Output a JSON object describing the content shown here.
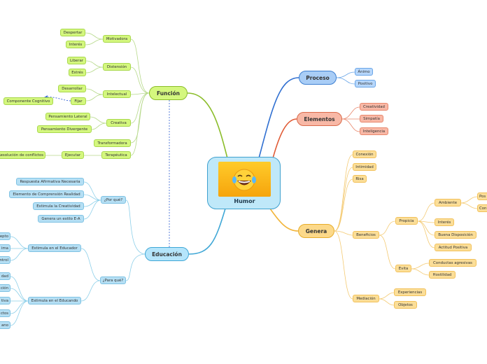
{
  "center": {
    "label": "Humor",
    "icon": "laughing-emoji-icon"
  },
  "branches": {
    "funcion": {
      "label": "Función",
      "motivadora": {
        "label": "Motivadora",
        "items": [
          "Despertar",
          "Interés"
        ]
      },
      "distension": {
        "label": "Distensión",
        "items": [
          "Liberar",
          "Estrés"
        ]
      },
      "intelectual": {
        "label": "Intelectual",
        "items": [
          "Desarrollar",
          "Fijar"
        ],
        "fijar_child": "Componente Cognitivo"
      },
      "creativa": {
        "label": "Creativa",
        "items": [
          "Pensamiento Lateral",
          "Pensamiento Divergente"
        ]
      },
      "transformadora": "Transformadora",
      "terapeutica": {
        "label": "Terapéutica",
        "ejecutar": "Ejecutar",
        "resolucion": "Resolución de conflictos"
      }
    },
    "educacion": {
      "label": "Educación",
      "por_que": {
        "label": "¿Por qué?",
        "items": [
          "Respuesta Afirmativa Necesaria",
          "Elemento de Comprensión Realidad",
          "Estimula la Creatividad",
          "Genera un estilo E-A"
        ]
      },
      "para_que": {
        "label": "¿Para qué?"
      },
      "educador": {
        "label": "Estimula en el Educador",
        "items": [
          "epto",
          "ima",
          "ntrol"
        ]
      },
      "educando": {
        "label": "Estimula en el Educando",
        "items": [
          "dad",
          "ción",
          "tiva",
          "ctos",
          "ano"
        ]
      }
    },
    "proceso": {
      "label": "Proceso",
      "items": [
        "Ánimo",
        "Positivo"
      ]
    },
    "elementos": {
      "label": "Elementos",
      "items": [
        "Creatividad",
        "Simpatía",
        "Inteligencia"
      ]
    },
    "genera": {
      "label": "Genera",
      "top_items": [
        "Conexión",
        "Intimidad",
        "Risa"
      ],
      "beneficios": {
        "label": "Beneficios",
        "propicia": {
          "label": "Propicia",
          "ambiente": "Ambiente",
          "ambiente_items": [
            "Pos",
            "Con"
          ],
          "items": [
            "Interés",
            "Buena Disposición",
            "Actitud Positiva"
          ]
        },
        "evita": {
          "label": "Evita",
          "items": [
            "Conductas agresivas",
            "Hostilidad"
          ]
        }
      },
      "mediacion": {
        "label": "Mediación",
        "items": [
          "Experiencias",
          "Objetos"
        ]
      }
    }
  },
  "colors": {
    "funcion": "#8bbd2a",
    "educacion": "#3fa7d6",
    "proceso": "#2f6fd1",
    "elementos": "#e05a35",
    "genera": "#f2b53a"
  }
}
